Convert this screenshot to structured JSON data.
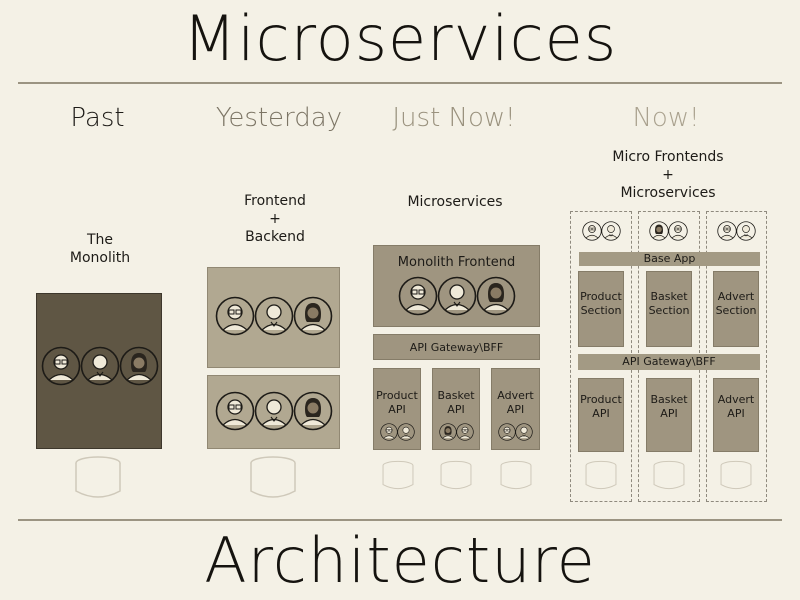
{
  "title": "Microservices",
  "subtitle": "Architecture",
  "columns": {
    "past": {
      "heading": "Past",
      "label_line1": "The",
      "label_line2": "Monolith"
    },
    "yesterday": {
      "heading": "Yesterday",
      "label_line1": "Frontend",
      "label_line2": "+",
      "label_line3": "Backend"
    },
    "just_now": {
      "heading": "Just Now!",
      "label": "Microservices",
      "frontend_box": "Monolith Frontend",
      "gateway": "API Gateway\\BFF",
      "apis": [
        {
          "line1": "Product",
          "line2": "API"
        },
        {
          "line1": "Basket",
          "line2": "API"
        },
        {
          "line1": "Advert",
          "line2": "API"
        }
      ]
    },
    "now": {
      "heading": "Now!",
      "label_line1": "Micro Frontends",
      "label_line2": "+",
      "label_line3": "Microservices",
      "base_app": "Base App",
      "gateway": "API Gateway\\BFF",
      "sections": [
        {
          "line1": "Product",
          "line2": "Section"
        },
        {
          "line1": "Basket",
          "line2": "Section"
        },
        {
          "line1": "Advert",
          "line2": "Section"
        }
      ],
      "apis": [
        {
          "line1": "Product",
          "line2": "API"
        },
        {
          "line1": "Basket",
          "line2": "API"
        },
        {
          "line1": "Advert",
          "line2": "API"
        }
      ]
    }
  },
  "colors": {
    "background": "#f4f1e6",
    "heading_faded": "#9a927e",
    "monolith": "#5f5644",
    "box_light": "#b1a891",
    "box_tan": "#9f9580"
  },
  "icons": [
    "person-icon",
    "database-icon"
  ]
}
